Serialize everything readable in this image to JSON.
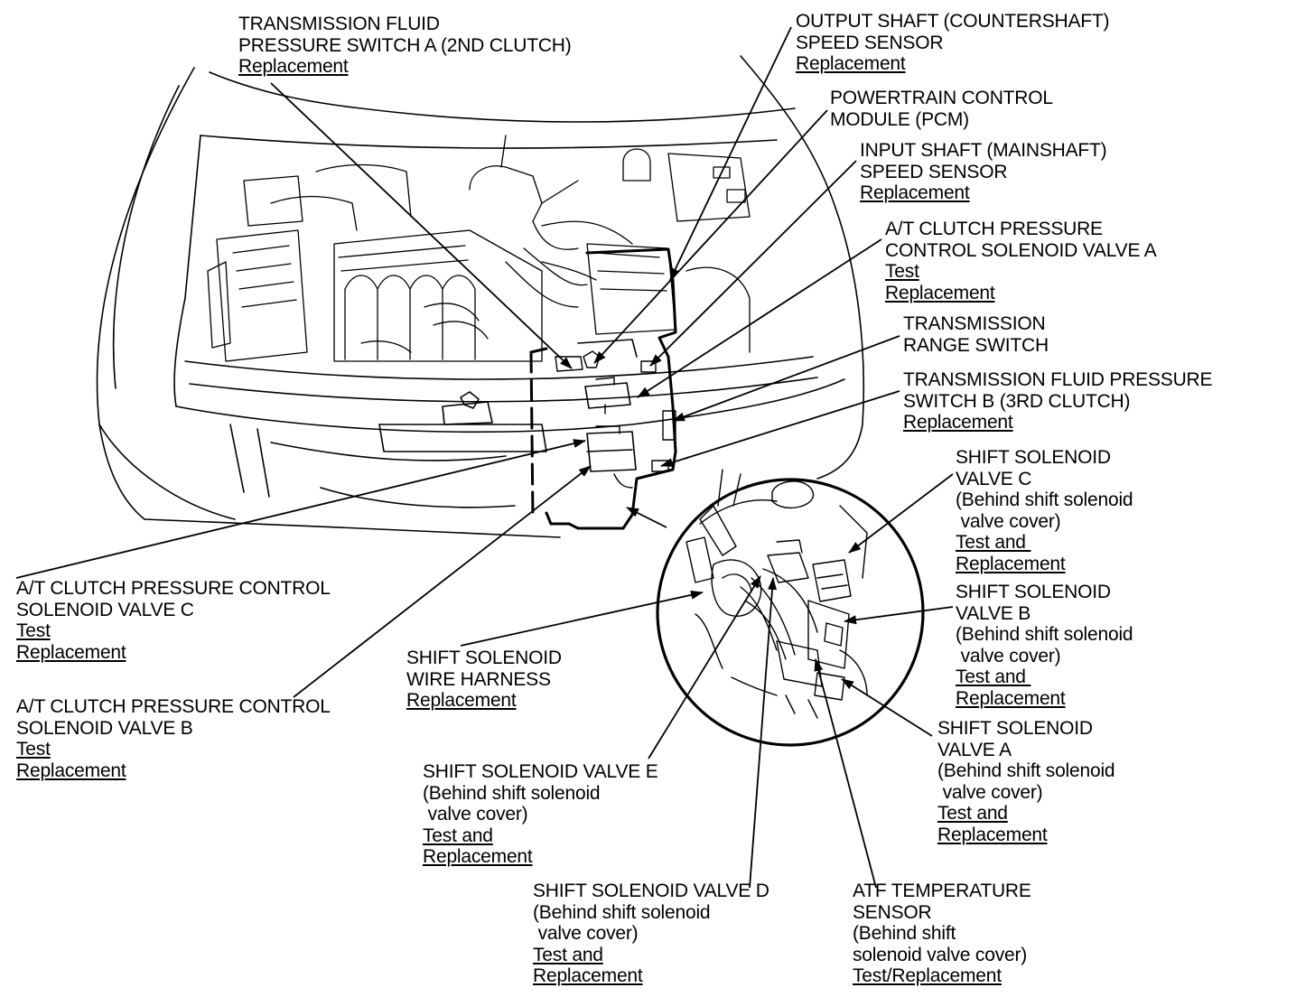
{
  "colors": {
    "ink": "#000000",
    "paper": "#ffffff"
  },
  "callouts": [
    {
      "id": "tfps-a",
      "lines": [
        "TRANSMISSION FLUID",
        "PRESSURE SWITCH A (2ND CLUTCH)"
      ],
      "links": [
        "Replacement"
      ]
    },
    {
      "id": "output-shaft",
      "lines": [
        "OUTPUT SHAFT (COUNTERSHAFT)",
        "SPEED SENSOR"
      ],
      "links": [
        "Replacement"
      ]
    },
    {
      "id": "pcm",
      "lines": [
        "POWERTRAIN CONTROL",
        "MODULE (PCM)"
      ],
      "links": []
    },
    {
      "id": "input-shaft",
      "lines": [
        "INPUT SHAFT (MAINSHAFT)",
        "SPEED SENSOR"
      ],
      "links": [
        "Replacement"
      ]
    },
    {
      "id": "atcpc-a",
      "lines": [
        "A/T CLUTCH PRESSURE",
        "CONTROL SOLENOID VALVE A"
      ],
      "links": [
        "Test",
        "Replacement"
      ]
    },
    {
      "id": "range-switch",
      "lines": [
        "TRANSMISSION",
        "RANGE SWITCH"
      ],
      "links": []
    },
    {
      "id": "tfps-b",
      "lines": [
        "TRANSMISSION FLUID PRESSURE",
        "SWITCH B (3RD CLUTCH)"
      ],
      "links": [
        "Replacement"
      ]
    },
    {
      "id": "ssv-c",
      "lines": [
        "SHIFT SOLENOID",
        "VALVE C",
        "(Behind shift solenoid",
        " valve cover)"
      ],
      "links": [
        "Test and ",
        "Replacement"
      ]
    },
    {
      "id": "ssv-b",
      "lines": [
        "SHIFT SOLENOID",
        "VALVE B",
        "(Behind shift solenoid",
        " valve cover)"
      ],
      "links": [
        "Test and ",
        "Replacement"
      ]
    },
    {
      "id": "ssv-a",
      "lines": [
        "SHIFT SOLENOID",
        "VALVE A",
        "(Behind shift solenoid",
        " valve cover)"
      ],
      "links": [
        "Test and",
        "Replacement"
      ]
    },
    {
      "id": "atf-temp",
      "lines": [
        "ATF TEMPERATURE",
        "SENSOR",
        "(Behind shift",
        "solenoid valve cover)"
      ],
      "links": [
        "Test/Replacement"
      ]
    },
    {
      "id": "ssv-d",
      "lines": [
        "SHIFT SOLENOID VALVE D",
        "(Behind shift solenoid",
        " valve cover)"
      ],
      "links": [
        "Test and",
        "Replacement"
      ]
    },
    {
      "id": "ssv-e",
      "lines": [
        "SHIFT SOLENOID VALVE E",
        "(Behind shift solenoid",
        " valve cover)"
      ],
      "links": [
        "Test and",
        "Replacement"
      ]
    },
    {
      "id": "harness",
      "lines": [
        "SHIFT SOLENOID",
        "WIRE HARNESS"
      ],
      "links": [
        "Replacement"
      ]
    },
    {
      "id": "atcpc-c",
      "lines": [
        "A/T CLUTCH PRESSURE CONTROL",
        "SOLENOID VALVE C"
      ],
      "links": [
        "Test",
        "Replacement"
      ]
    },
    {
      "id": "atcpc-b",
      "lines": [
        "A/T CLUTCH PRESSURE CONTROL",
        "SOLENOID VALVE B"
      ],
      "links": [
        "Test",
        "Replacement"
      ]
    }
  ]
}
